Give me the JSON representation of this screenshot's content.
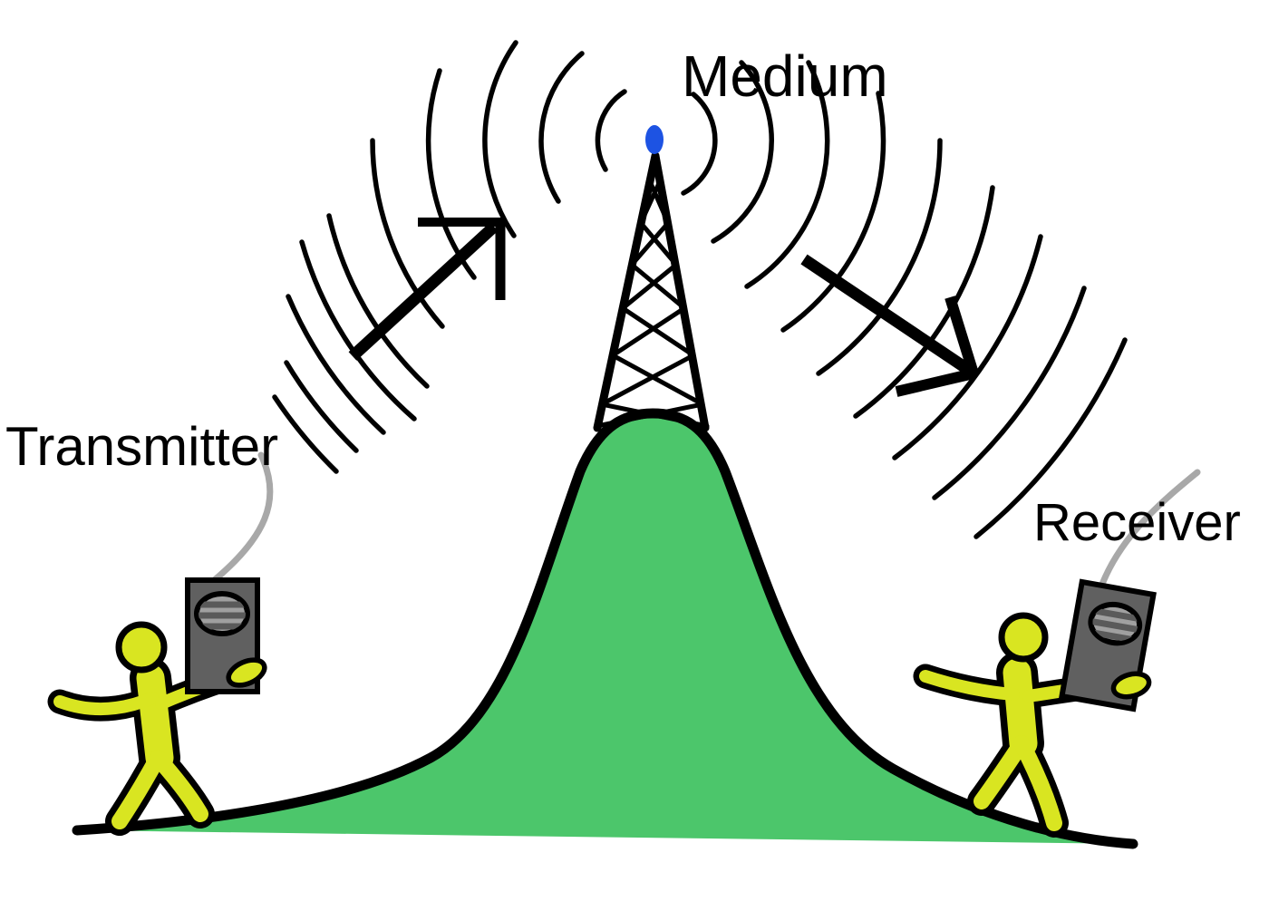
{
  "labels": {
    "transmitter": "Transmitter",
    "medium": "Medium",
    "receiver": "Receiver"
  },
  "colors": {
    "background": "#ffffff",
    "outline_black": "#000000",
    "hill_green": "#4cc66b",
    "figure_yellow": "#d9e521",
    "device_gray": "#606060",
    "speaker_gray": "#a0a0a0",
    "speaker_stripe": "#5a5a5a",
    "antenna_tip_blue": "#1d53e3",
    "leader_gray": "#a8a8a8"
  },
  "waves": {
    "left_arc_count": 10,
    "right_arc_count": 9
  }
}
